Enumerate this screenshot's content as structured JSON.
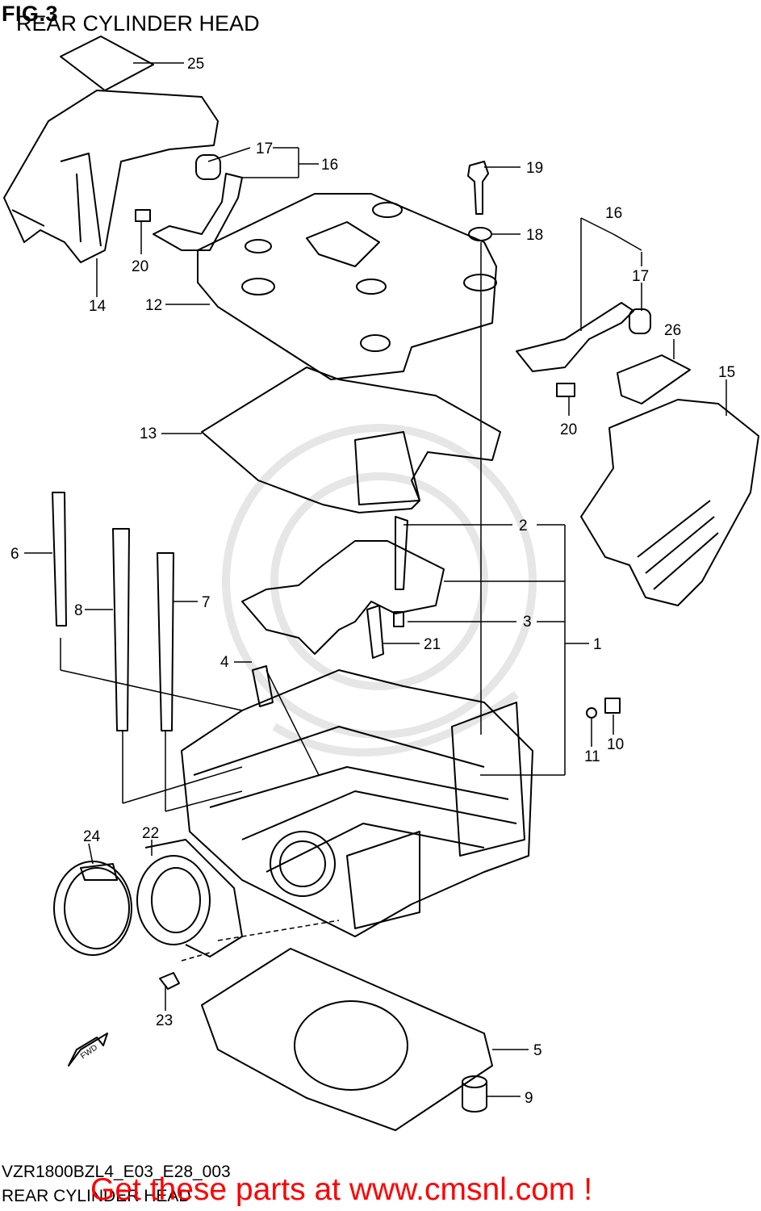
{
  "header": {
    "fig": "FIG.3",
    "title": "REAR CYLINDER HEAD"
  },
  "callouts": [
    {
      "id": "c25",
      "label": "25"
    },
    {
      "id": "c17a",
      "label": "17"
    },
    {
      "id": "c16a",
      "label": "16"
    },
    {
      "id": "c19",
      "label": "19"
    },
    {
      "id": "c18",
      "label": "18"
    },
    {
      "id": "c20a",
      "label": "20"
    },
    {
      "id": "c14",
      "label": "14"
    },
    {
      "id": "c12",
      "label": "12"
    },
    {
      "id": "c16b",
      "label": "16"
    },
    {
      "id": "c17b",
      "label": "17"
    },
    {
      "id": "c26",
      "label": "26"
    },
    {
      "id": "c15",
      "label": "15"
    },
    {
      "id": "c20b",
      "label": "20"
    },
    {
      "id": "c13",
      "label": "13"
    },
    {
      "id": "c2",
      "label": "2"
    },
    {
      "id": "c6",
      "label": "6"
    },
    {
      "id": "c7",
      "label": "7"
    },
    {
      "id": "c8",
      "label": "8"
    },
    {
      "id": "c3",
      "label": "3"
    },
    {
      "id": "c21",
      "label": "21"
    },
    {
      "id": "c1",
      "label": "1"
    },
    {
      "id": "c4",
      "label": "4"
    },
    {
      "id": "c10",
      "label": "10"
    },
    {
      "id": "c11",
      "label": "11"
    },
    {
      "id": "c24",
      "label": "24"
    },
    {
      "id": "c22",
      "label": "22"
    },
    {
      "id": "c23",
      "label": "23"
    },
    {
      "id": "c5",
      "label": "5"
    },
    {
      "id": "c9",
      "label": "9"
    }
  ],
  "fwd_label": "FWD",
  "footer": {
    "code": "VZR1800BZL4_E03_E28_003",
    "caption": "REAR CYLINDER HEAD",
    "promo": "Get these parts at www.cmsnl.com !"
  },
  "colors": {
    "promo": "#ff0000",
    "line": "#000000",
    "watermark": "#d9d9d9"
  }
}
